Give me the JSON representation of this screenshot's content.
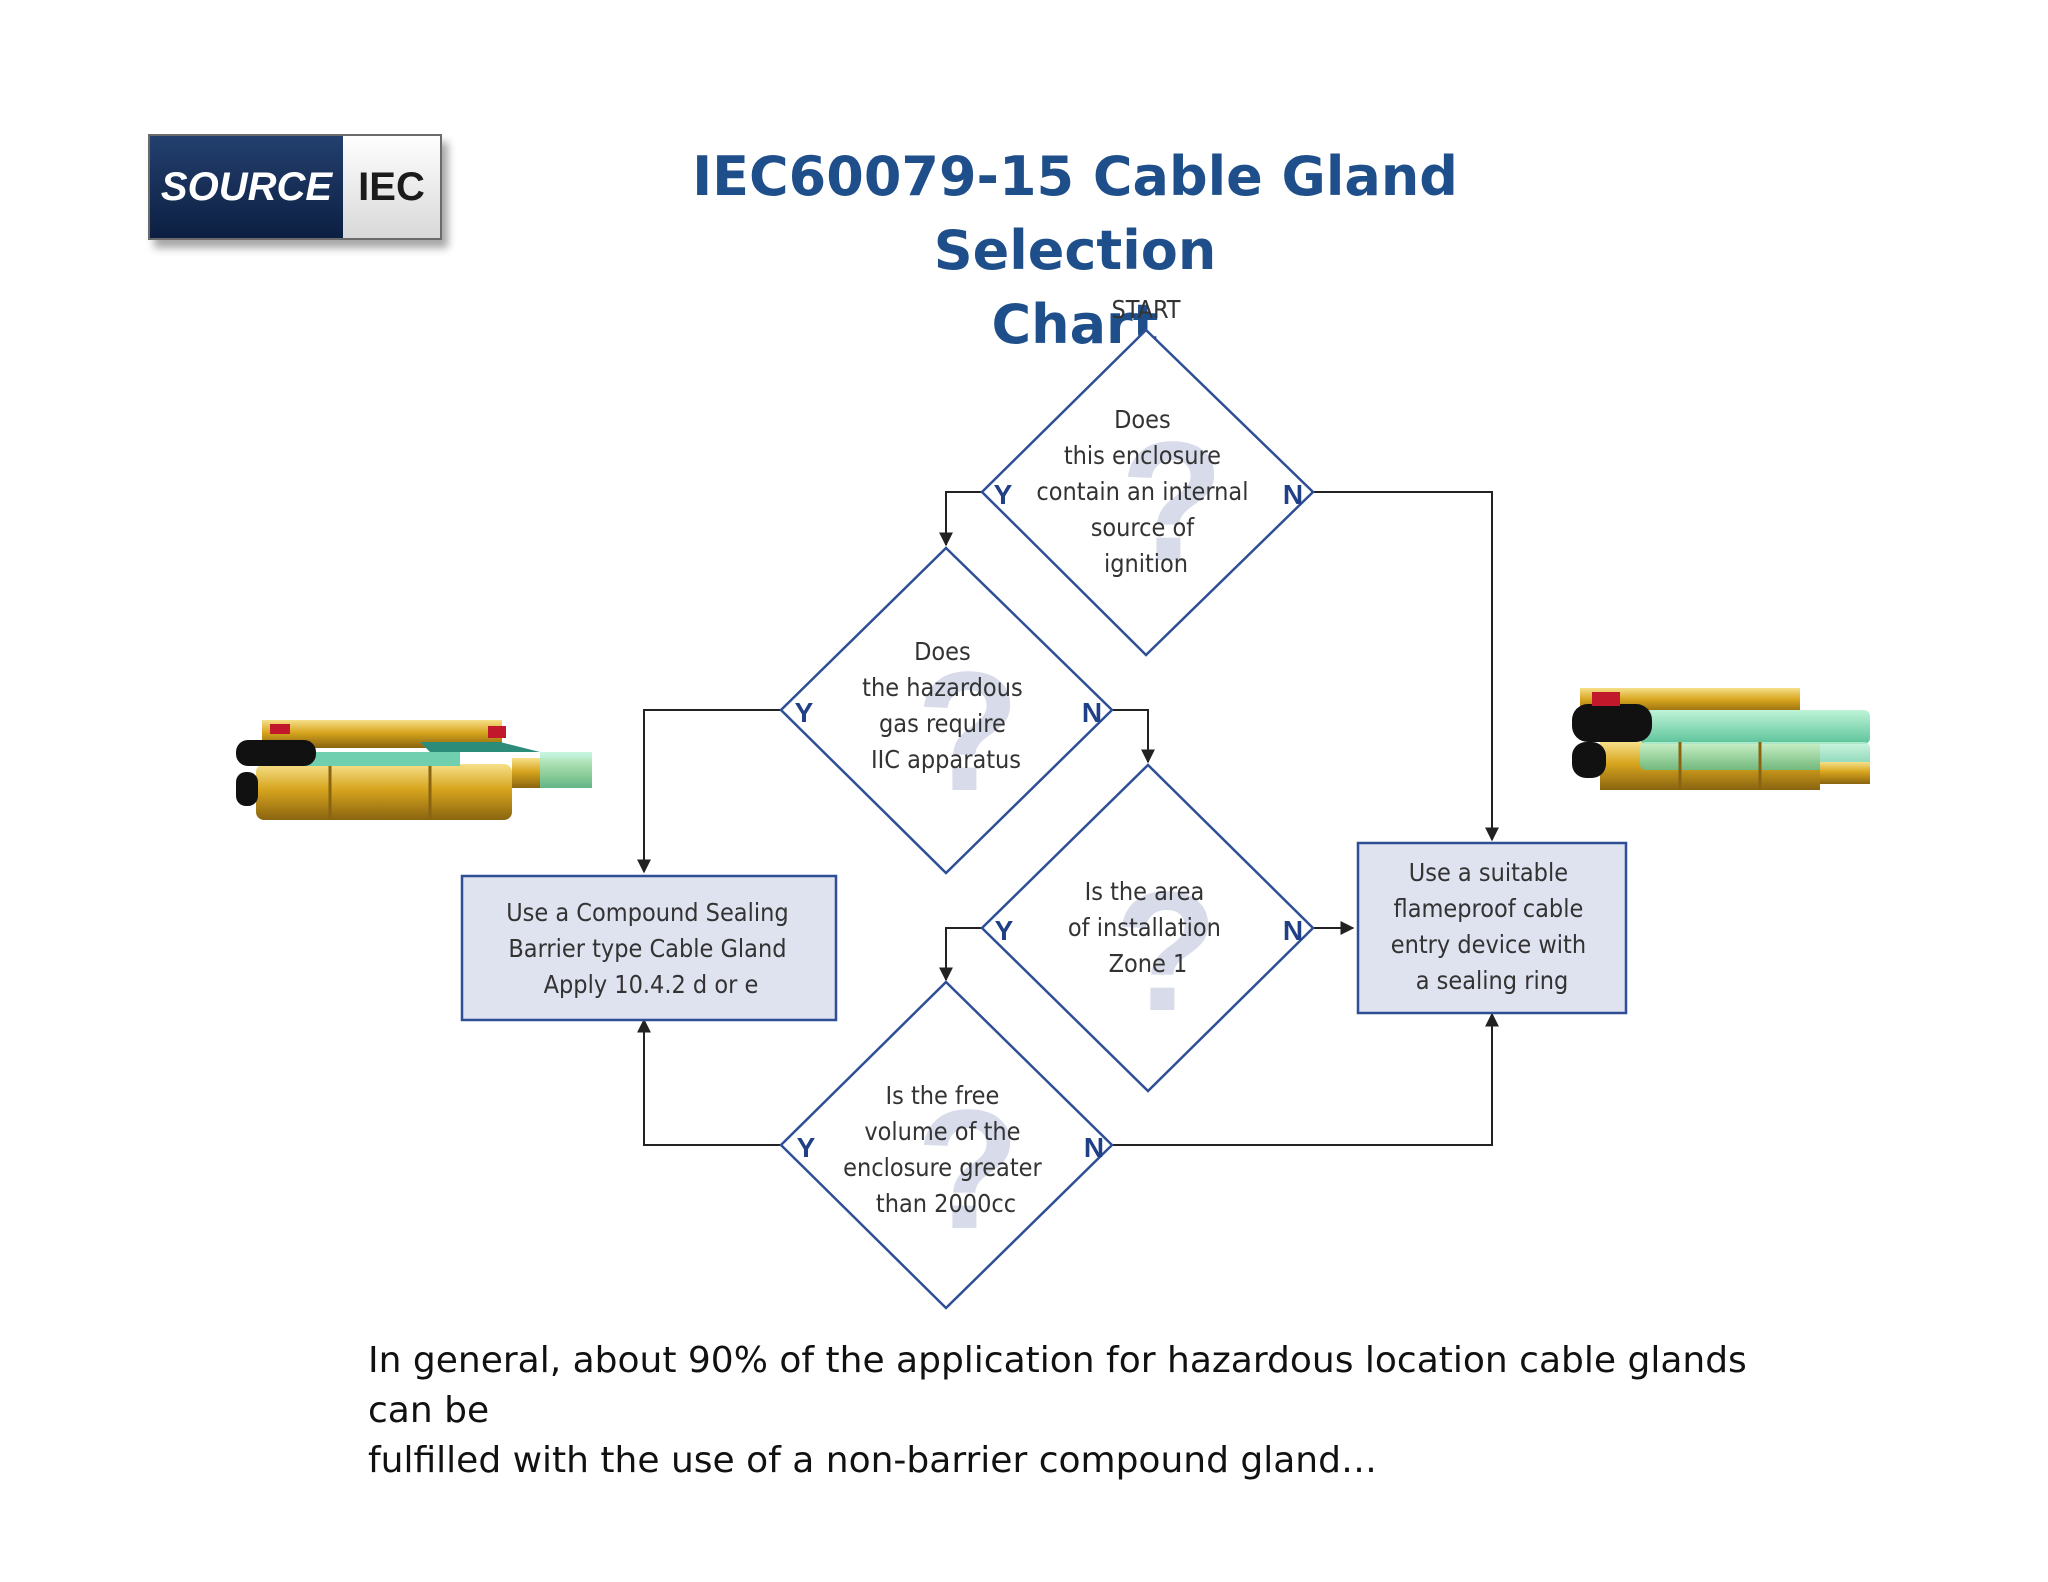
{
  "logo": {
    "left_text": "SOURCE",
    "right_text": "IEC"
  },
  "title": {
    "line1": "IEC60079-15 Cable Gland Selection",
    "line2": "Chart"
  },
  "flow": {
    "start": "START",
    "q1": [
      "Does",
      "this enclosure",
      "contain an internal",
      "source of",
      "ignition"
    ],
    "q2": [
      "Does",
      "the hazardous",
      "gas require",
      "IIC apparatus"
    ],
    "q3": [
      "Is the area",
      "of installation",
      "Zone 1"
    ],
    "q4": [
      "Is the free",
      "volume of the",
      "enclosure greater",
      "than 2000cc"
    ],
    "box_left": [
      "Use a Compound Sealing",
      "Barrier type Cable Gland",
      "Apply 10.4.2 d or e"
    ],
    "box_right": [
      "Use a suitable",
      "flameproof cable",
      "entry device with",
      "a sealing ring"
    ],
    "yes": "Y",
    "no": "N",
    "question_mark": "?"
  },
  "caption": {
    "line1": "In general, about 90% of the application for hazardous location cable glands can be",
    "line2": "fulfilled with the use of a non-barrier compound gland…"
  },
  "colors": {
    "diamond_stroke": "#2e4f96",
    "box_fill": "#dfe2ef",
    "title": "#1f4f8a"
  }
}
